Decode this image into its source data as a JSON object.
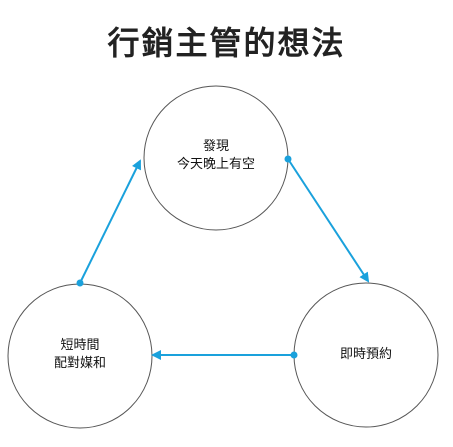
{
  "title": "行銷主管的想法",
  "nodes": [
    {
      "id": "top",
      "lines": [
        "發現",
        "今天晚上有空"
      ]
    },
    {
      "id": "right",
      "lines": [
        "即時預約"
      ]
    },
    {
      "id": "left",
      "lines": [
        "短時間",
        "配對媒和"
      ]
    }
  ],
  "arrow_color": "#1aa1dc",
  "circle_stroke": "#555555"
}
